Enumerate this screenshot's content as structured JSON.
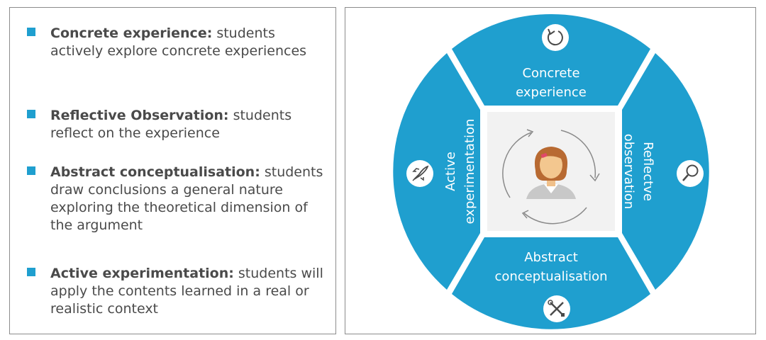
{
  "bullets": [
    {
      "title": "Concrete experience:",
      "text": " students actively explore concrete experiences"
    },
    {
      "title": "Reflective Observation:",
      "text": " students reflect on the experience"
    },
    {
      "title": "Abstract conceptualisation:",
      "text": " students draw conclusions a general nature exploring the theoretical dimension of the argument"
    },
    {
      "title": "Active experimentation:",
      "text": " students will apply the contents learned in a real or realistic context"
    }
  ],
  "cycle": {
    "top": {
      "line1": "Concrete",
      "line2": "experience",
      "icon": "refresh-icon"
    },
    "right": {
      "line1": "Reflectve",
      "line2": "observation",
      "icon": "magnifier-icon"
    },
    "bottom": {
      "line1": "Abstract",
      "line2": "conceptualisation",
      "icon": "tools-icon"
    },
    "left": {
      "line1": "Active",
      "line2": "experimentation",
      "icon": "rocket-icon"
    }
  },
  "colors": {
    "accent": "#1f9fcf",
    "text": "#4a4a4a",
    "center_bg": "#f2f2f2",
    "arrow": "#8a8a8a"
  }
}
